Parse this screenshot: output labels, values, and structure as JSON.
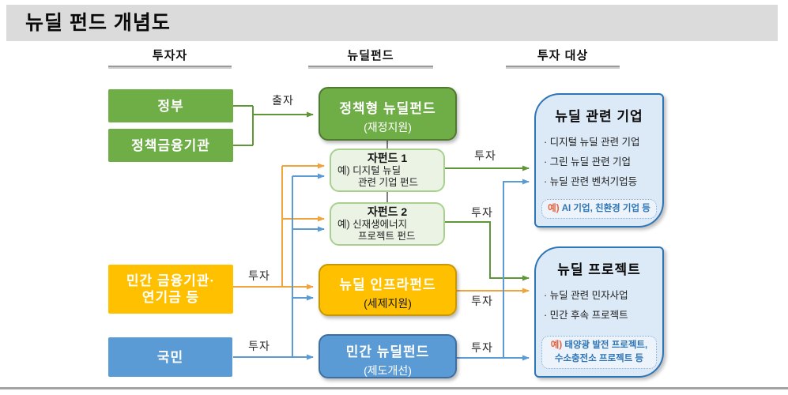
{
  "title": "뉴딜 펀드 개념도",
  "columns": {
    "investors": "투자자",
    "funds": "뉴딜펀드",
    "targets": "투자 대상"
  },
  "investors": {
    "government": "정부",
    "policy_finance": "정책금융기관",
    "private_finance_line1": "민간 금융기관·",
    "private_finance_line2": "연기금 등",
    "citizens": "국민"
  },
  "funds": {
    "policy_fund": {
      "title": "정책형 뉴딜펀드",
      "subtitle": "(재정지원)"
    },
    "sub_fund1": {
      "title": "자펀드 1",
      "line1": "예) 디지털 뉴딜",
      "line2": "관련 기업 펀드"
    },
    "sub_fund2": {
      "title": "자펀드 2",
      "line1": "예) 신재생에너지",
      "line2": "프로젝트 펀드"
    },
    "infra_fund": {
      "title": "뉴딜 인프라펀드",
      "subtitle": "(세제지원)"
    },
    "private_fund": {
      "title": "민간 뉴딜펀드",
      "subtitle": "(제도개선)"
    }
  },
  "targets": {
    "company": {
      "title": "뉴딜 관련 기업",
      "bullets": [
        "· 디지털 뉴딜 관련 기업",
        "· 그린 뉴딜 관련 기업",
        "· 뉴딜 관련 벤처기업등"
      ],
      "note_prefix": "예)",
      "note_text": " AI 기업, 친환경 기업 등"
    },
    "project": {
      "title": "뉴딜 프로젝트",
      "bullets": [
        "· 뉴딜 관련 민자사업",
        "· 민간 후속 프로젝트"
      ],
      "note_prefix": "예)",
      "note_line1": " 태양광 발전 프로젝트,",
      "note_line2": "수소충전소 프로젝트 등"
    }
  },
  "labels": {
    "contribute": "출자",
    "invest": "투자"
  },
  "colors": {
    "green": "#6fad47",
    "light_green": "#eaf3e4",
    "orange": "#ffc000",
    "orange_line": "#f1a33c",
    "blue": "#5b9bd5",
    "light_blue": "#dce9f7",
    "blue_border": "#2e75b6",
    "note_orange": "#e8613c",
    "header_gray": "#dbdbdb"
  }
}
